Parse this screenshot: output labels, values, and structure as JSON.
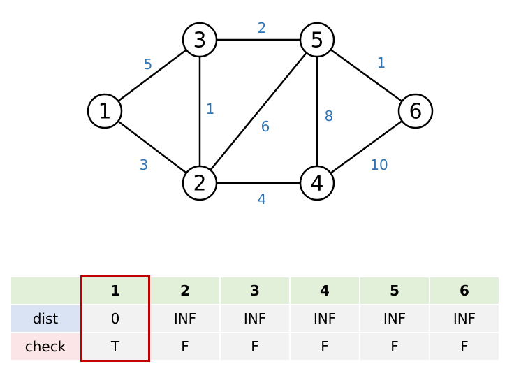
{
  "graph": {
    "nodes": [
      {
        "id": "1",
        "label": "1"
      },
      {
        "id": "2",
        "label": "2"
      },
      {
        "id": "3",
        "label": "3"
      },
      {
        "id": "4",
        "label": "4"
      },
      {
        "id": "5",
        "label": "5"
      },
      {
        "id": "6",
        "label": "6"
      }
    ],
    "edges": [
      {
        "from": "1",
        "to": "3",
        "weight": "5"
      },
      {
        "from": "1",
        "to": "2",
        "weight": "3"
      },
      {
        "from": "3",
        "to": "5",
        "weight": "2"
      },
      {
        "from": "3",
        "to": "2",
        "weight": "1"
      },
      {
        "from": "2",
        "to": "5",
        "weight": "6"
      },
      {
        "from": "2",
        "to": "4",
        "weight": "4"
      },
      {
        "from": "5",
        "to": "4",
        "weight": "8"
      },
      {
        "from": "5",
        "to": "6",
        "weight": "1"
      },
      {
        "from": "4",
        "to": "6",
        "weight": "10"
      }
    ],
    "node_color": "#000000",
    "weight_color": "#2e75b6"
  },
  "table": {
    "columns": [
      "1",
      "2",
      "3",
      "4",
      "5",
      "6"
    ],
    "rows": {
      "dist": {
        "label": "dist",
        "values": [
          "0",
          "INF",
          "INF",
          "INF",
          "INF",
          "INF"
        ]
      },
      "check": {
        "label": "check",
        "values": [
          "T",
          "F",
          "F",
          "F",
          "F",
          "F"
        ]
      }
    },
    "highlighted_column": "1",
    "highlight_color": "#c00000",
    "header_color": "#e2f0d9",
    "dist_label_color": "#dae3f3",
    "check_label_color": "#fbe5e6",
    "cell_color": "#f2f2f2"
  }
}
